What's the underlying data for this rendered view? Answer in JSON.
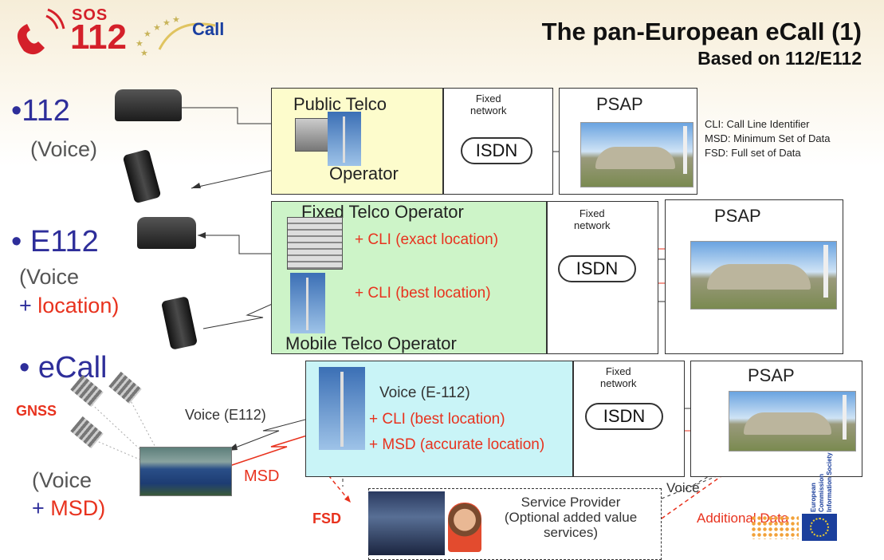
{
  "header": {
    "logo_sos": "SOS",
    "logo_112": "112",
    "logo_call": "Call",
    "title": "The pan-European eCall (1)",
    "subtitle": "Based on 112/E112"
  },
  "legend": [
    "CLI: Call Line Identifier",
    "MSD: Minimum Set of Data",
    "FSD: Full set of Data"
  ],
  "row1": {
    "bullet": "•112",
    "sub": "(Voice)",
    "operator_top": "Public Telco",
    "operator_bottom": "Operator",
    "fixed_network": "Fixed\nnetwork",
    "isdn": "ISDN",
    "psap": "PSAP"
  },
  "row2": {
    "bullet": "• E112",
    "sub1": "(Voice",
    "sub2_plus": "+ ",
    "sub2_loc": "location)",
    "operator_top": "Fixed Telco Operator",
    "operator_bottom": "Mobile Telco Operator",
    "cli_exact": "+ CLI (exact location)",
    "cli_best": "+ CLI (best  location)",
    "fixed_network": "Fixed\nnetwork",
    "isdn": "ISDN",
    "psap": "PSAP"
  },
  "row3": {
    "bullet": "• eCall",
    "gnss": "GNSS",
    "voice_e112": "Voice (E112)",
    "msd": "MSD",
    "sub1": "(Voice",
    "sub2_plus": "+ ",
    "sub2_msd": "MSD)",
    "voice_line": "Voice (E-112)",
    "cli_best": "+ CLI (best  location)",
    "msd_accurate": "+ MSD (accurate location)",
    "fixed_network": "Fixed\nnetwork",
    "isdn": "ISDN",
    "psap": "PSAP",
    "fsd": "FSD",
    "service_provider": "Service Provider\n(Optional added value\nservices)",
    "voice": "Voice",
    "additional_data": "Additional Data",
    "ec_text": "European Commission\nInformation Society"
  },
  "colors": {
    "row1_box": "#fdfccc",
    "row2_box": "#cdf4c8",
    "row3_box": "#c9f4f7",
    "accent_red": "#e8321e",
    "accent_blue": "#2e2e9a",
    "eu_flag": "#1b3f9c"
  }
}
